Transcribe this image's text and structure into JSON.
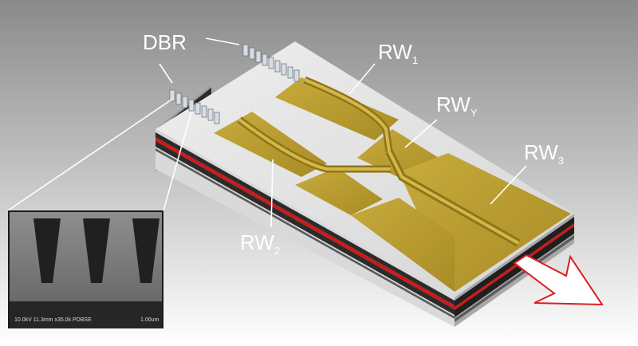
{
  "labels": {
    "dbr": "DBR",
    "rw1": {
      "main": "RW",
      "sub": "1"
    },
    "rwy": {
      "main": "RW",
      "sub": "Y"
    },
    "rw3": {
      "main": "RW",
      "sub": "3"
    },
    "rw2": {
      "main": "RW",
      "sub": "2"
    }
  },
  "sem_inset": {
    "info": "10.0kV 11.3mm x35.0k PDBSE",
    "scale": "1.00um"
  },
  "colors": {
    "background_top": "#8b8b8b",
    "background_bottom": "#ffffff",
    "gold": "#b59a2e",
    "active_layer": "#cc1a1a",
    "output_arrow": "#d91e1e"
  }
}
